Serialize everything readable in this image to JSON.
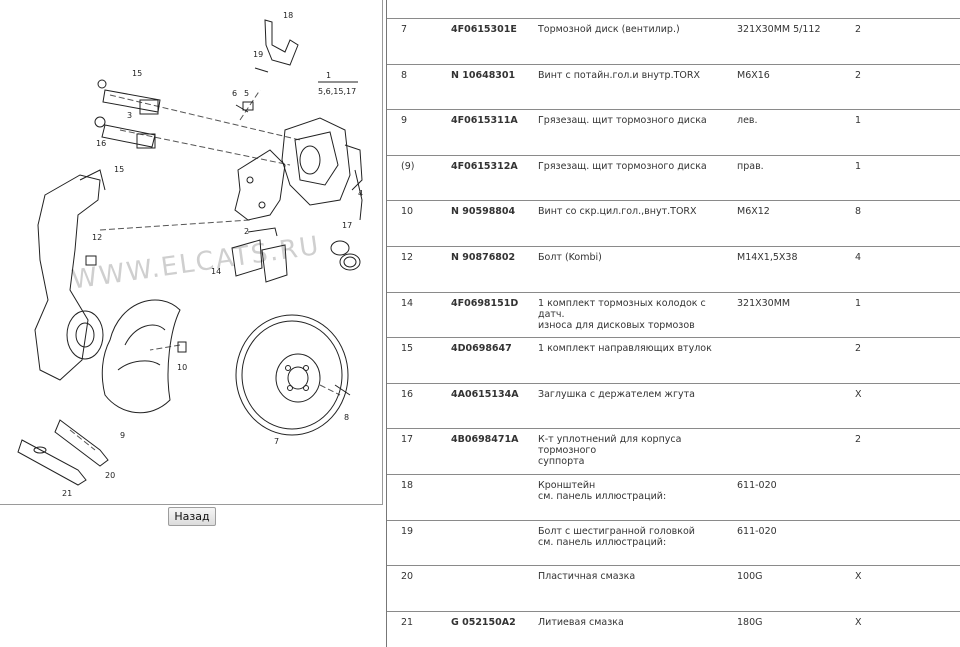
{
  "diagram": {
    "watermark": "WWW.ELCATS.RU",
    "callouts": {
      "c1": "1",
      "c1sub": "5,6,15,17",
      "c2": "2",
      "c3": "3",
      "c4": "4",
      "c5": "5",
      "c6": "6",
      "c7": "7",
      "c8": "8",
      "c9": "9",
      "c10": "10",
      "c12": "12",
      "c14": "14",
      "c15a": "15",
      "c15b": "15",
      "c16": "16",
      "c17": "17",
      "c18": "18",
      "c19": "19",
      "c20": "20",
      "c21": "21"
    }
  },
  "back_button": {
    "label": "Назад"
  },
  "parts": [
    {
      "pos": "7",
      "number": "4F0615301E",
      "description": "Тормозной диск (вентилир.)",
      "note": "321X30MM 5/112",
      "qty": "2"
    },
    {
      "pos": "8",
      "number": "N 10648301",
      "description": "Винт с потайн.гол.и внутр.TORX",
      "note": "M6X16",
      "qty": "2"
    },
    {
      "pos": "9",
      "number": "4F0615311A",
      "description": "Грязезащ. щит тормозного диска",
      "note": "лев.",
      "qty": "1"
    },
    {
      "pos": "(9)",
      "number": "4F0615312A",
      "description": "Грязезащ. щит тормозного диска",
      "note": "прав.",
      "qty": "1"
    },
    {
      "pos": "10",
      "number": "N 90598804",
      "description": "Винт со скр.цил.гол.,внут.TORX",
      "note": "M6X12",
      "qty": "8"
    },
    {
      "pos": "12",
      "number": "N 90876802",
      "description": "Болт (Kombi)",
      "note": "M14X1,5X38",
      "qty": "4"
    },
    {
      "pos": "14",
      "number": "4F0698151D",
      "description": "1 комплект тормозных колодок с датч.\nизноса для дисковых тормозов",
      "note": "321X30MM",
      "qty": "1"
    },
    {
      "pos": "15",
      "number": "4D0698647",
      "description": "1 комплект направляющих втулок",
      "note": "",
      "qty": "2"
    },
    {
      "pos": "16",
      "number": "4A0615134A",
      "description": "Заглушка с держателем жгута",
      "note": "",
      "qty": "X"
    },
    {
      "pos": "17",
      "number": "4B0698471A",
      "description": "К-т уплотнений для корпуса тормозного\nсуппорта",
      "note": "",
      "qty": "2"
    },
    {
      "pos": "18",
      "number": "",
      "description": "Кронштейн\nсм. панель иллюстраций:",
      "note": "611-020",
      "qty": ""
    },
    {
      "pos": "19",
      "number": "",
      "description": "Болт с шестигранной головкой\nсм. панель иллюстраций:",
      "note": "611-020",
      "qty": ""
    },
    {
      "pos": "20",
      "number": "",
      "description": "Пластичная смазка",
      "note": "100G",
      "qty": "X"
    },
    {
      "pos": "21",
      "number": "G 052150A2",
      "description": "Литиевая смазка",
      "note": "180G",
      "qty": "X"
    }
  ]
}
